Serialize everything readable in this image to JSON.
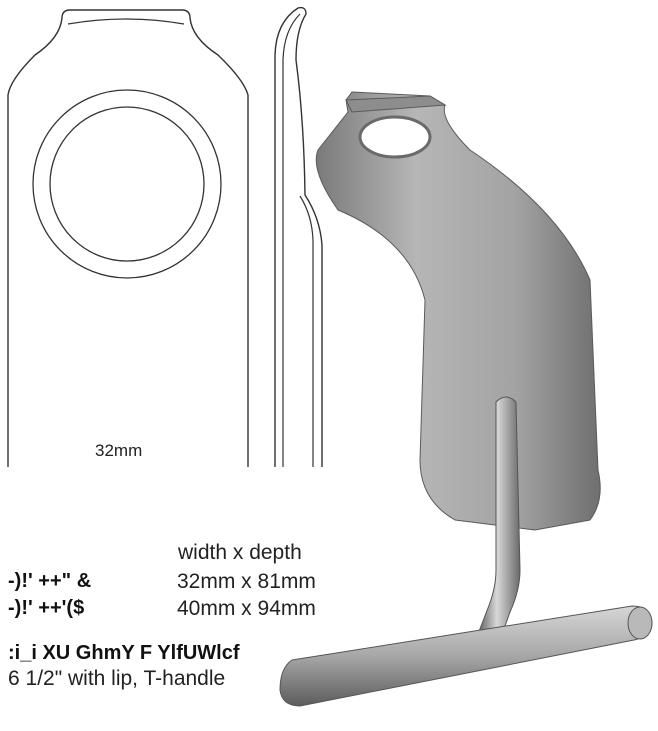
{
  "drawing": {
    "dimension_label": "32mm"
  },
  "specs": {
    "header": "width  x depth",
    "rows": [
      {
        "code": "-)!' ++\" &",
        "size": "32mm x 81mm"
      },
      {
        "code": "-)!' ++'($",
        "size": "40mm x 94mm"
      }
    ]
  },
  "product": {
    "name": ":i_i XU GhmY F YlfUWlcf",
    "description": "6 1/2\" with lip, T-handle"
  },
  "colors": {
    "line": "#333333",
    "metal_light": "#c9c9c9",
    "metal_mid": "#9c9c9c",
    "metal_dark": "#6e6e6e"
  }
}
